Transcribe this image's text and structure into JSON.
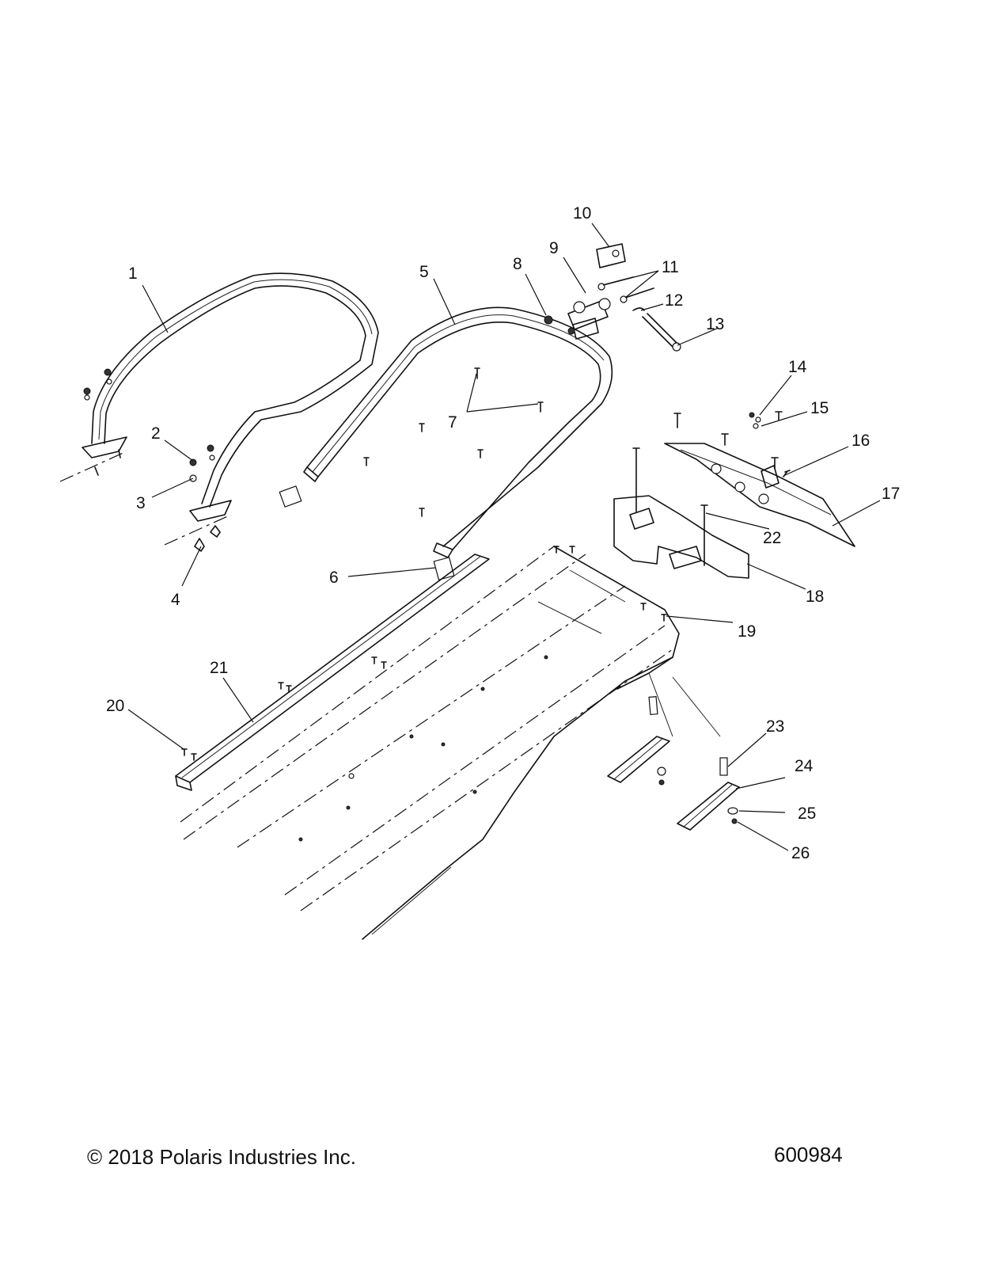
{
  "diagram": {
    "callouts": [
      {
        "label": "1"
      },
      {
        "label": "2"
      },
      {
        "label": "3"
      },
      {
        "label": "4"
      },
      {
        "label": "5"
      },
      {
        "label": "6"
      },
      {
        "label": "7"
      },
      {
        "label": "8"
      },
      {
        "label": "9"
      },
      {
        "label": "10"
      },
      {
        "label": "11"
      },
      {
        "label": "12"
      },
      {
        "label": "13"
      },
      {
        "label": "14"
      },
      {
        "label": "15"
      },
      {
        "label": "16"
      },
      {
        "label": "17"
      },
      {
        "label": "18"
      },
      {
        "label": "19"
      },
      {
        "label": "20"
      },
      {
        "label": "21"
      },
      {
        "label": "22"
      },
      {
        "label": "23"
      },
      {
        "label": "24"
      },
      {
        "label": "25"
      },
      {
        "label": "26"
      }
    ]
  },
  "footer": {
    "copyright": "© 2018 Polaris Industries Inc.",
    "diagram_id": "600984"
  }
}
